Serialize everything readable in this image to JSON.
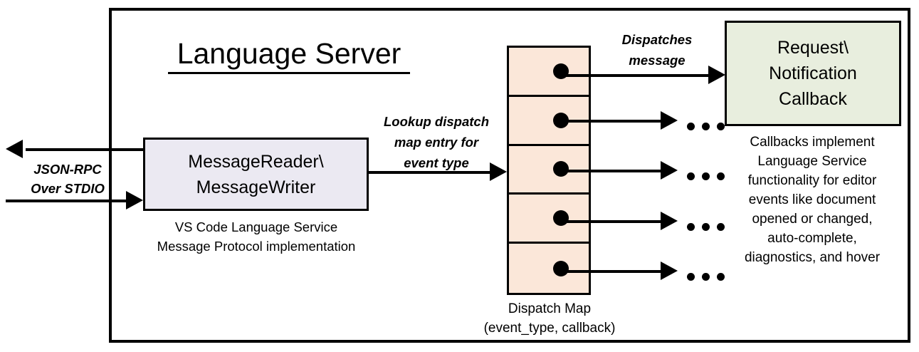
{
  "diagram": {
    "container": {
      "title": "Language Server"
    },
    "reader": {
      "line1": "MessageReader\\",
      "line2": "MessageWriter",
      "caption_line1": "VS Code Language Service",
      "caption_line2": "Message Protocol implementation",
      "fill_color": "#ebe9f2"
    },
    "transport": {
      "label_line1": "JSON-RPC",
      "label_line2": "Over STDIO"
    },
    "lookup": {
      "label_line1": "Lookup dispatch",
      "label_line2": "map entry for",
      "label_line3": "event type"
    },
    "dispatch_map": {
      "caption_line1": "Dispatch Map",
      "caption_line2": "(event_type, callback)",
      "fill_color": "#fbe7d9",
      "cell_count": 5,
      "entries": [
        {
          "index": 1,
          "dot": "entry-dot"
        },
        {
          "index": 2,
          "dot": "entry-dot"
        },
        {
          "index": 3,
          "dot": "entry-dot"
        },
        {
          "index": 4,
          "dot": "entry-dot"
        },
        {
          "index": 5,
          "dot": "entry-dot"
        }
      ]
    },
    "dispatches": {
      "label_line1": "Dispatches",
      "label_line2": "message"
    },
    "callback": {
      "line1": "Request\\",
      "line2": "Notification",
      "line3": "Callback",
      "fill_color": "#e8eede",
      "caption_line1": "Callbacks implement",
      "caption_line2": "Language Service",
      "caption_line3": "functionality for editor",
      "caption_line4": "events like document",
      "caption_line5": "opened or changed,",
      "caption_line6": "auto-complete,",
      "caption_line7": "diagnostics, and hover"
    },
    "ellipsis_rows": 4
  }
}
